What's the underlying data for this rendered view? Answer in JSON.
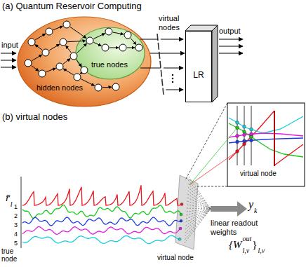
{
  "diagram": {
    "nodes": [
      {
        "text": [
          "hidden nodes"
        ]
      },
      {
        "text": [
          "true nodes"
        ],
        "in": 0
      },
      {
        "text": [
          "LR"
        ]
      }
    ],
    "edges": [
      {
        "from": 1,
        "to": 2,
        "arrow": "to"
      }
    ],
    "labels": [
      "(a) Quantum Reservoir Computing",
      "input",
      "virtual nodes",
      "output",
      "(b) virtual nodes",
      "virtual node",
      "r̄",
      "l",
      "1",
      "2",
      "3",
      "4",
      "5",
      "true node",
      "virtual node",
      "y",
      "k",
      "linear readout weights",
      "{W",
      "out",
      "l,v",
      "}",
      "l,v"
    ]
  }
}
